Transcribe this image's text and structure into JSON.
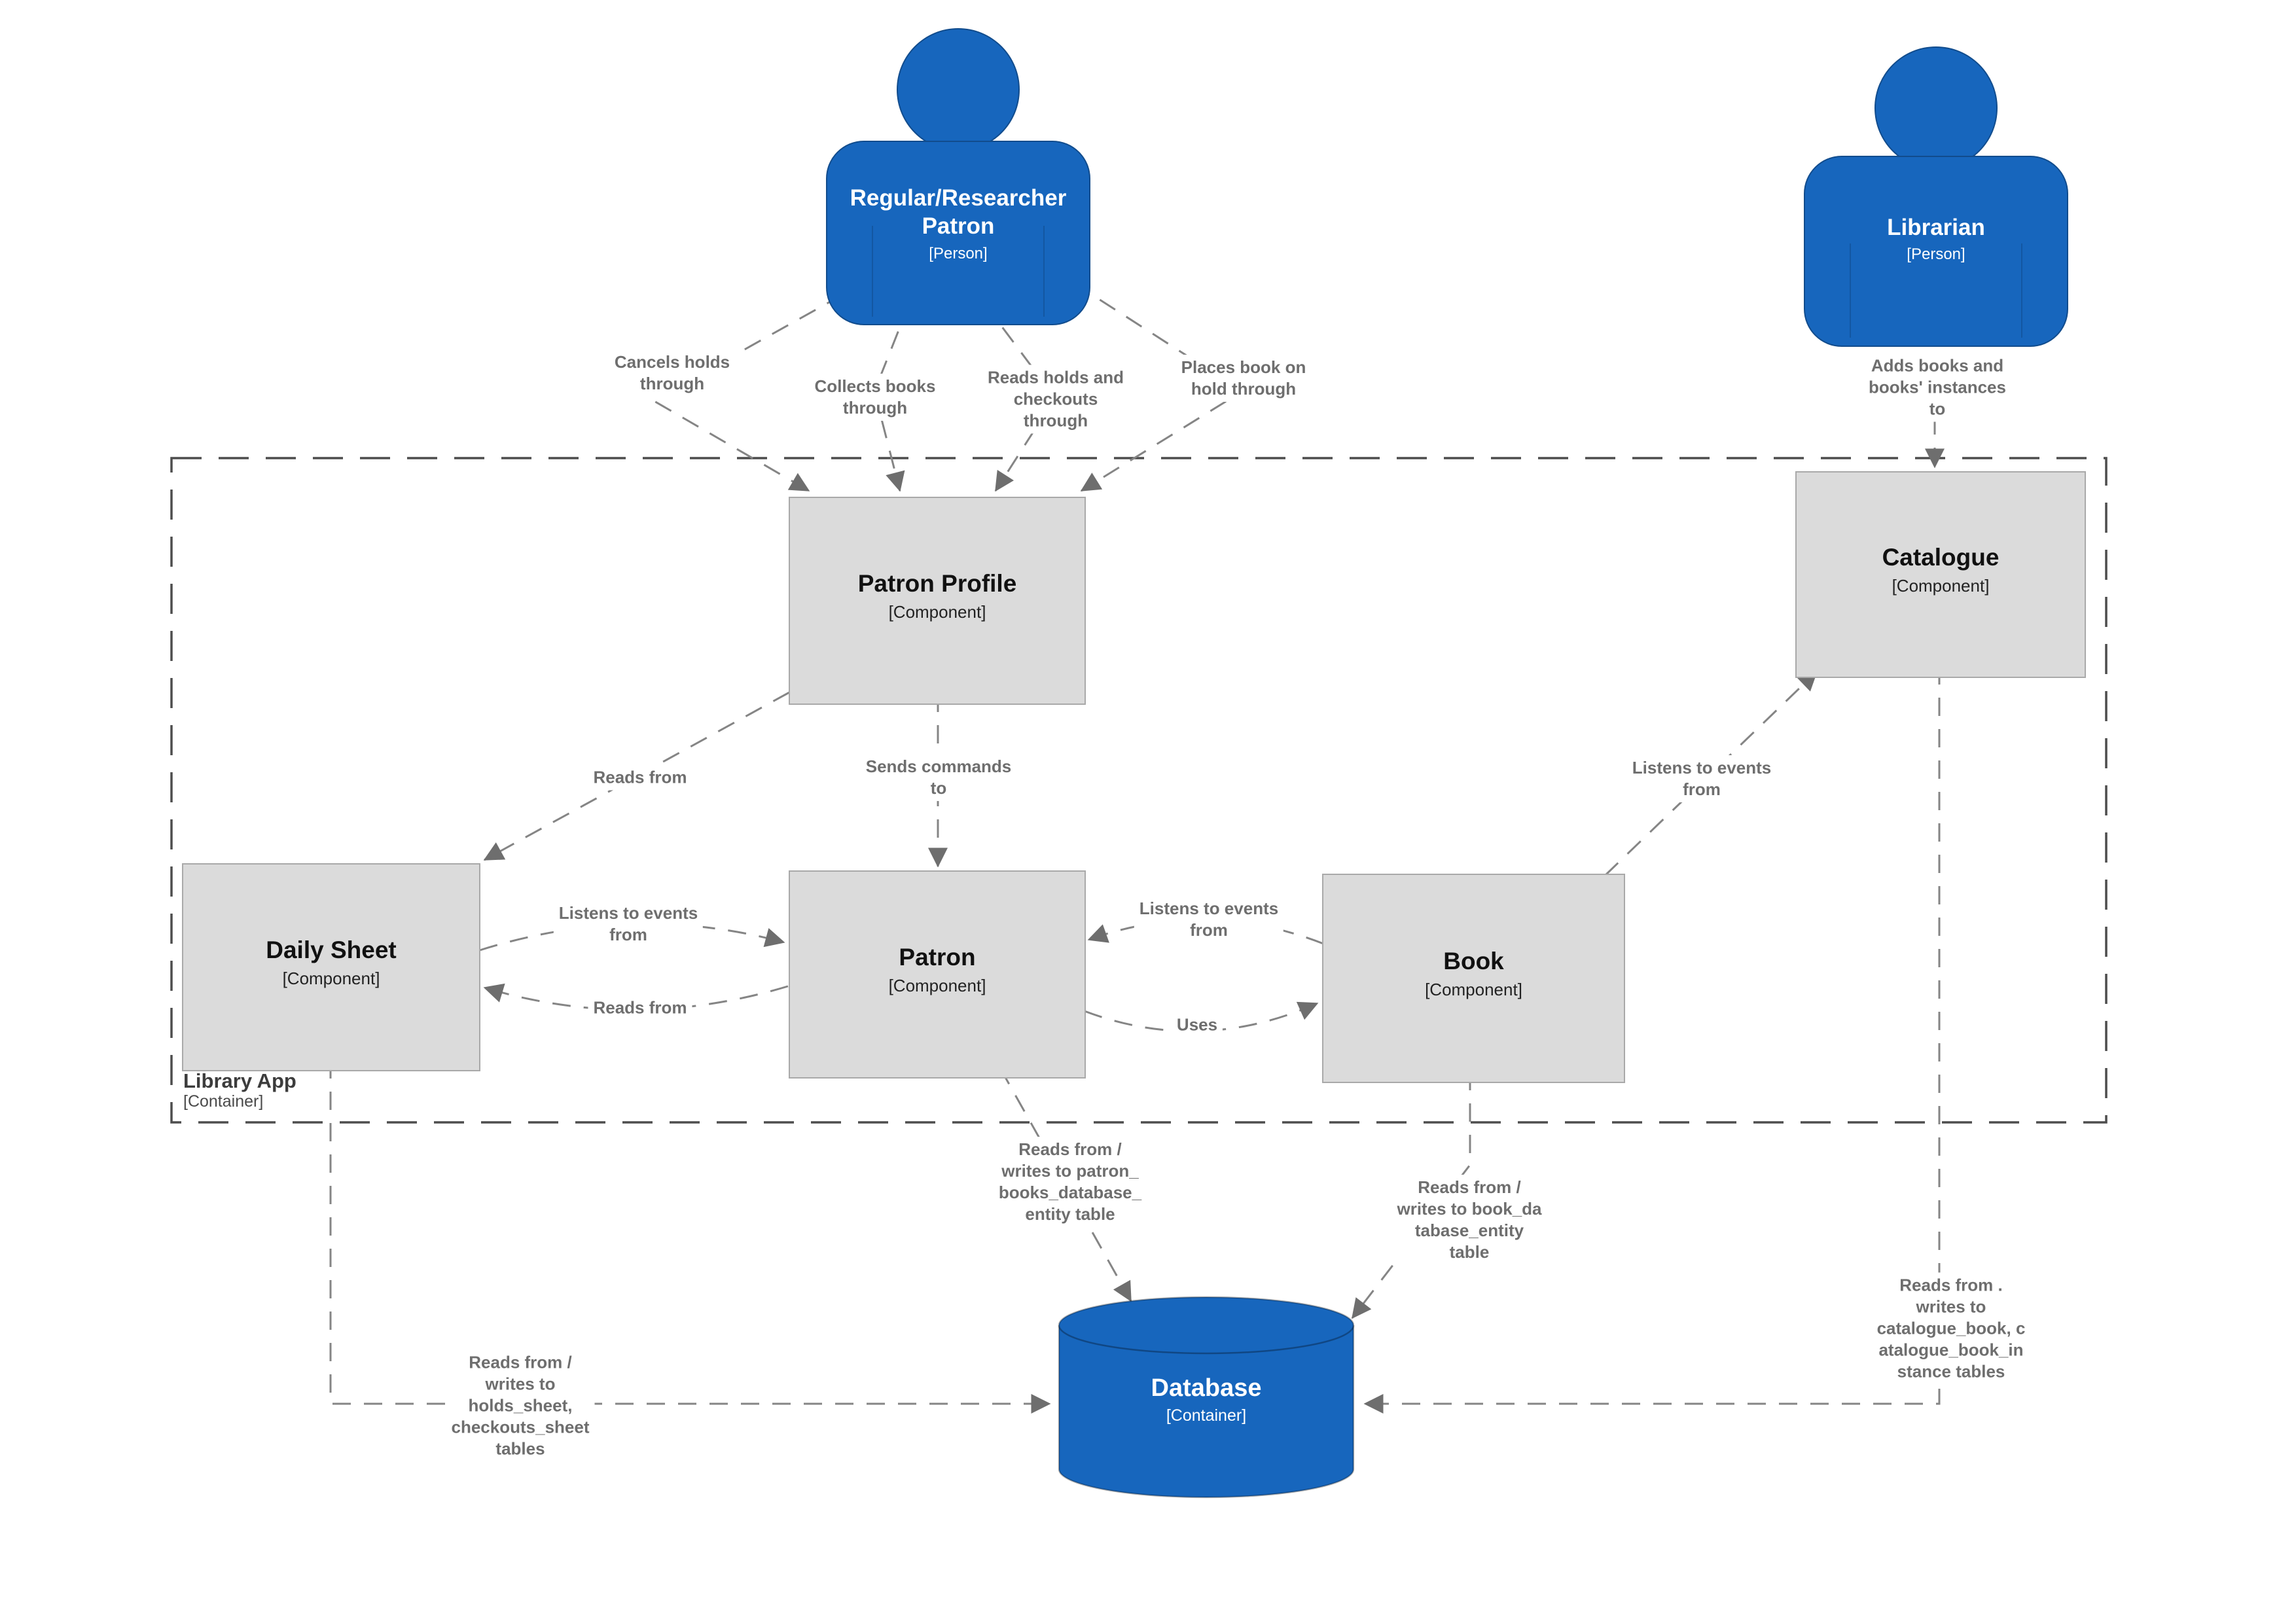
{
  "actors": {
    "patron": {
      "name": "Regular/Researcher\nPatron",
      "type": "[Person]"
    },
    "librarian": {
      "name": "Librarian",
      "type": "[Person]"
    }
  },
  "components": {
    "patron_profile": {
      "name": "Patron Profile",
      "type": "[Component]"
    },
    "catalogue": {
      "name": "Catalogue",
      "type": "[Component]"
    },
    "daily_sheet": {
      "name": "Daily Sheet",
      "type": "[Component]"
    },
    "patron": {
      "name": "Patron",
      "type": "[Component]"
    },
    "book": {
      "name": "Book",
      "type": "[Component]"
    }
  },
  "boundary": {
    "name": "Library App",
    "type": "[Container]"
  },
  "database": {
    "name": "Database",
    "type": "[Container]"
  },
  "edges": {
    "cancels_holds": {
      "label": "Cancels holds\nthrough"
    },
    "collects_books": {
      "label": "Collects books\nthrough"
    },
    "reads_holds": {
      "label": "Reads holds and\ncheckouts\nthrough"
    },
    "places_hold": {
      "label": "Places book on\nhold through"
    },
    "adds_books": {
      "label": "Adds books and\nbooks' instances\nto"
    },
    "profile_reads_daily": {
      "label": "Reads from"
    },
    "sends_commands": {
      "label": "Sends commands\nto"
    },
    "daily_listens_patron": {
      "label": "Listens to events\nfrom"
    },
    "patron_reads_daily": {
      "label": "Reads from"
    },
    "book_listens_patron": {
      "label": "Listens to events\nfrom"
    },
    "uses": {
      "label": "Uses"
    },
    "book_listens_catalogue": {
      "label": "Listens to events\nfrom"
    },
    "patron_db": {
      "label": "Reads from /\nwrites to patron_\nbooks_database_\nentity table"
    },
    "book_db": {
      "label": "Reads from /\nwrites to book_da\ntabase_entity\ntable"
    },
    "catalogue_db": {
      "label": "Reads from .\nwrites to\ncatalogue_book, c\natalogue_book_in\nstance tables"
    },
    "daily_sheet_db": {
      "label": "Reads from /\nwrites to\nholds_sheet,\ncheckouts_sheet\ntables"
    }
  },
  "colors": {
    "person_fill": "#1766BD",
    "database_fill": "#1766BD",
    "component_fill": "#DBDBDB",
    "component_border": "#A9A9A9",
    "edge_line": "#858585",
    "arrowhead": "#6E6E6E",
    "edge_label_text": "#6E6E6E",
    "boundary_line": "#4D4D4D"
  }
}
